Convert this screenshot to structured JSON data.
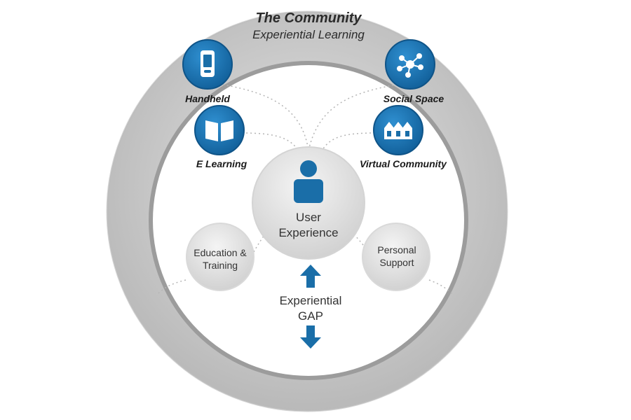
{
  "diagram": {
    "title": "The Community",
    "subtitle": "Experiential Learning",
    "center": {
      "line1": "User",
      "line2": "Experience",
      "icon": "user-icon"
    },
    "nodes": {
      "education": {
        "line1": "Education &",
        "line2": "Training"
      },
      "personal": {
        "line1": "Personal",
        "line2": "Support"
      }
    },
    "gap": {
      "line1": "Experiential",
      "line2": "GAP",
      "up_icon": "arrow-up-icon",
      "down_icon": "arrow-down-icon"
    },
    "channels": {
      "handheld": {
        "label": "Handheld",
        "icon": "phone-icon"
      },
      "social_space": {
        "label": "Social Space",
        "icon": "network-icon"
      },
      "e_learning": {
        "label": "E Learning",
        "icon": "book-icon"
      },
      "virtual_community": {
        "label": "Virtual Community",
        "icon": "houses-icon"
      }
    }
  },
  "colors": {
    "outer_ring": "#c9c9c9",
    "inner_field": "#ffffff",
    "accent_blue": "#1a6ea8",
    "icon_blue": "#1f7ab8",
    "node_gray": "#e2e2e2",
    "text_dark": "#2b2b2b"
  }
}
